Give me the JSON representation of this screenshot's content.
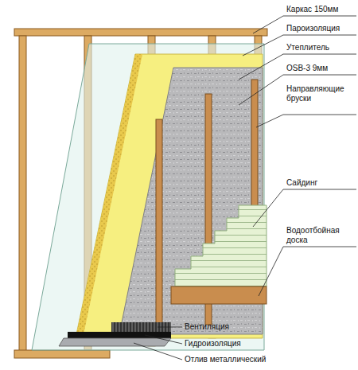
{
  "diagram": {
    "labels": [
      "Каркас 150мм",
      "Пароизоляция",
      "Утеплитель",
      "OSB-3 9мм",
      "Направляющие бруски",
      "Сайдинг",
      "Водоотбойная доска",
      "Вентиляция",
      "Гидроизоляция",
      "Отлив металлический"
    ]
  }
}
